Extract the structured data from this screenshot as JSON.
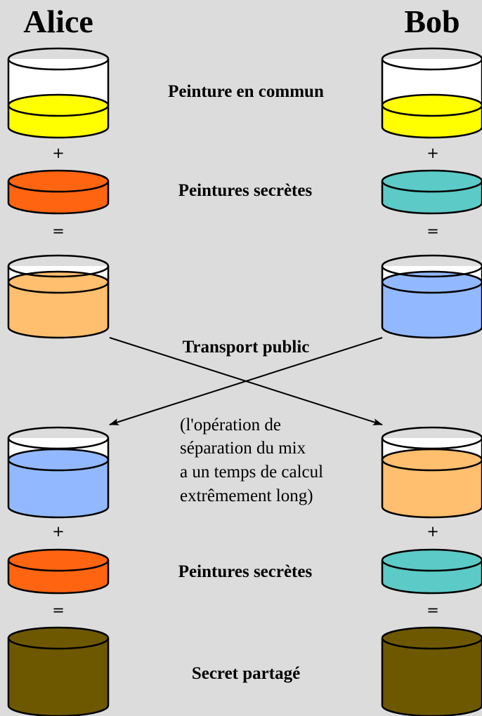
{
  "people": {
    "alice": "Alice",
    "bob": "Bob"
  },
  "steps": {
    "common_paint": "Peinture en commun",
    "secret_paints_1": "Peintures secrètes",
    "public_transport": "Transport public",
    "secret_paints_2": "Peintures secrètes",
    "shared_secret": "Secret partagé"
  },
  "note_lines": [
    "(l'opération de",
    "séparation du mix",
    "a un temps de calcul",
    "extrêmement long)"
  ],
  "operators": {
    "plus": "+",
    "equals": "="
  },
  "colors": {
    "background": "#dcdcdc",
    "common_yellow": "#ffff00",
    "alice_secret_orange": "#ff6411",
    "bob_secret_teal": "#5ccac6",
    "alice_mix_peach": "#ffbf6e",
    "bob_mix_blue": "#92b9ff",
    "shared_secret_brown": "#6d5800",
    "outline": "#000000"
  }
}
